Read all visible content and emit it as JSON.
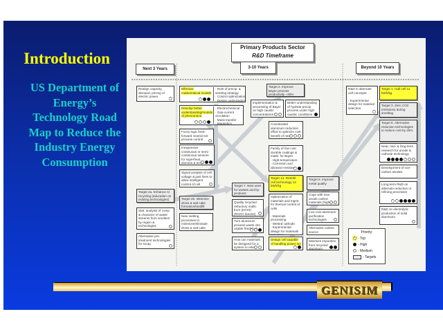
{
  "slide": {
    "title": "Introduction",
    "subtitle": "US Department of Energy’s Technology Road Map to Reduce the Industry Energy Consumption",
    "logo_text": "GENISIM"
  },
  "diagram": {
    "header_line1": "Primary Products Sector",
    "header_line2": "R&D Timeframe",
    "timeframes": [
      "Next 3 Years",
      "3-10 Years",
      "Beyond 10 Years"
    ],
    "boxes": [
      {
        "id": "b1",
        "text": "Realign capacity, demand, pricing of electric power",
        "priority": [
          "top"
        ]
      },
      {
        "id": "b2",
        "text": "Target 4a. Enhance Al recycling (education on existing technologies)",
        "target": true
      },
      {
        "id": "b3",
        "text": "Stat. analysis of comp & character of waste streams from smelters by region & technologies",
        "priority": [
          "medium"
        ]
      },
      {
        "id": "b4",
        "text": "Alternative pre-treatment technologies for scrap",
        "priority": [
          "medium"
        ]
      },
      {
        "id": "b5",
        "text": "Effective mathematical models",
        "highlight": true,
        "list": "· Role of precip. & seeding strategy\n· Control optimization\n· Design optimization",
        "priority": [
          "top",
          "high",
          "high"
        ]
      },
      {
        "id": "b6",
        "text": "Develop better understanding/models of phenomena",
        "highlight": true,
        "list": "· Electrochemical\n· Gas-current circulation\n· Mass transfer\n· Magnetics",
        "priority": [
          "top",
          "medium",
          "medium",
          "high"
        ]
      },
      {
        "id": "b7",
        "text": "Fuzzy logic feed-forward neutral net process control",
        "priority": [
          "medium"
        ]
      },
      {
        "id": "b8",
        "text": "Inexpensive continuous or semi-continuous sensors for superheat, alumina & temp. meas.",
        "priority": [
          "medium",
          "high",
          "high"
        ]
      },
      {
        "id": "b9",
        "text": "Signal analysis of cell voltage & part lines to allow intelligent control of cell",
        "priority": [
          "medium"
        ]
      },
      {
        "id": "b10",
        "text": "Target 4b. Minimize dross & salt cake formation/landfill",
        "target": true
      },
      {
        "id": "b11",
        "text": "New melting processes to minimize/eliminate dross & salt cake"
      },
      {
        "id": "b12",
        "text": "Target 2. Improve Bayer process productivity ~20%",
        "target": true
      },
      {
        "id": "b13",
        "text": "Implementation & processing of Bayer on high caustic concentrations",
        "priority": [
          "medium",
          "medium"
        ]
      },
      {
        "id": "b14",
        "text": "Better understanding of hydrate precip process under high caustic conditions",
        "priority": [
          "high"
        ]
      },
      {
        "id": "b15",
        "text": "Coordinated aluminum reduction effort to optimize cost benefit of new materials in all raw materials",
        "priority": [
          "medium",
          "medium",
          "medium"
        ]
      },
      {
        "id": "b16",
        "text": "Family of low-cost durable coatings & matls. for Bayer\n- High-temperature\n- Corrosion and abrasion-resistant",
        "priority": [
          "top",
          "high"
        ]
      },
      {
        "id": "b17",
        "text": "Target 7. New uses for wastes and by-products",
        "target": true
      },
      {
        "id": "b18",
        "text": "Quality recycled refractory matls. from (KOHI) (RCRA license)",
        "priority": [
          "medium"
        ]
      },
      {
        "id": "b19",
        "text": "Turn aluminum process waste into usable feedstock",
        "priority": [
          "top",
          "medium",
          "high"
        ]
      },
      {
        "id": "b20",
        "text": "How can materials be designed for a system to relax targets",
        "priority": [
          "medium",
          "medium"
        ]
      },
      {
        "id": "b21",
        "text": "Target 14. Retrofit cell technology 13 kWh/kg",
        "target": true,
        "highlight": true
      },
      {
        "id": "b22",
        "text": "Optimization of materials and mgmt. for thermal control of cells\n\n- Materials processing\n- Wetted cathode\n- Experimental design for materials selection\n- Materials"
      },
      {
        "id": "b23",
        "text": "Design cell capable of handling power mo",
        "highlight": true,
        "priority": [
          "top",
          "high"
        ]
      },
      {
        "id": "b24",
        "text": "Target 5. Improve metal quality",
        "target": true
      },
      {
        "id": "b25",
        "text": "Cope with new anode carbon materials (higher S, ash)",
        "priority": [
          "medium",
          "medium"
        ]
      },
      {
        "id": "b26",
        "text": "Low cost aluminum purification technologies",
        "priority": [
          "medium"
        ]
      },
      {
        "id": "b27",
        "text": "Alternative carbon source"
      },
      {
        "id": "b28",
        "text": "Minimize impurities from recycled aluminum",
        "priority": [
          "high",
          "high"
        ]
      },
      {
        "id": "b29",
        "text": "R&D in alternate cell concepts\n\n- Experimental design for material selection",
        "priority": [
          "top"
        ]
      },
      {
        "id": "b30",
        "text": "Target 1. Hall cell 11 kWh/kg",
        "target": true,
        "highlight": true
      },
      {
        "id": "b31",
        "text": "Target 3. Zero CO2 emissions during smelting",
        "target": true
      },
      {
        "id": "b32",
        "text": "Target 8. Alternative reduction technologies to reduce cost by 25%",
        "target": true
      },
      {
        "id": "b33",
        "text": "Near, mid- & long-term research for anode & cathode technology",
        "priority": [
          "high",
          "high",
          "high",
          "high",
          "top",
          "medium",
          "medium"
        ]
      },
      {
        "id": "b34",
        "text": "Development of non-carbon anodes"
      },
      {
        "id": "b35",
        "text": "Long-term R&D on alternate reduction or refining processes",
        "priority": [
          "top",
          "top",
          "high",
          "high",
          "high",
          "high"
        ]
      },
      {
        "id": "b36",
        "text": "R&D on electrolytic production of solid aluminum",
        "priority": [
          "medium"
        ]
      }
    ],
    "legend": {
      "title": "Priority:",
      "items": [
        {
          "symbol": "top",
          "label": "- Top"
        },
        {
          "symbol": "high",
          "label": "- High"
        },
        {
          "symbol": "medium",
          "label": "- Medium"
        },
        {
          "symbol": "target",
          "label": "- Targets"
        }
      ]
    }
  },
  "colors": {
    "highlight": "#ffff33",
    "title": "#ffff00",
    "subtitle": "#19d0c8",
    "background": "#0a3be0"
  }
}
